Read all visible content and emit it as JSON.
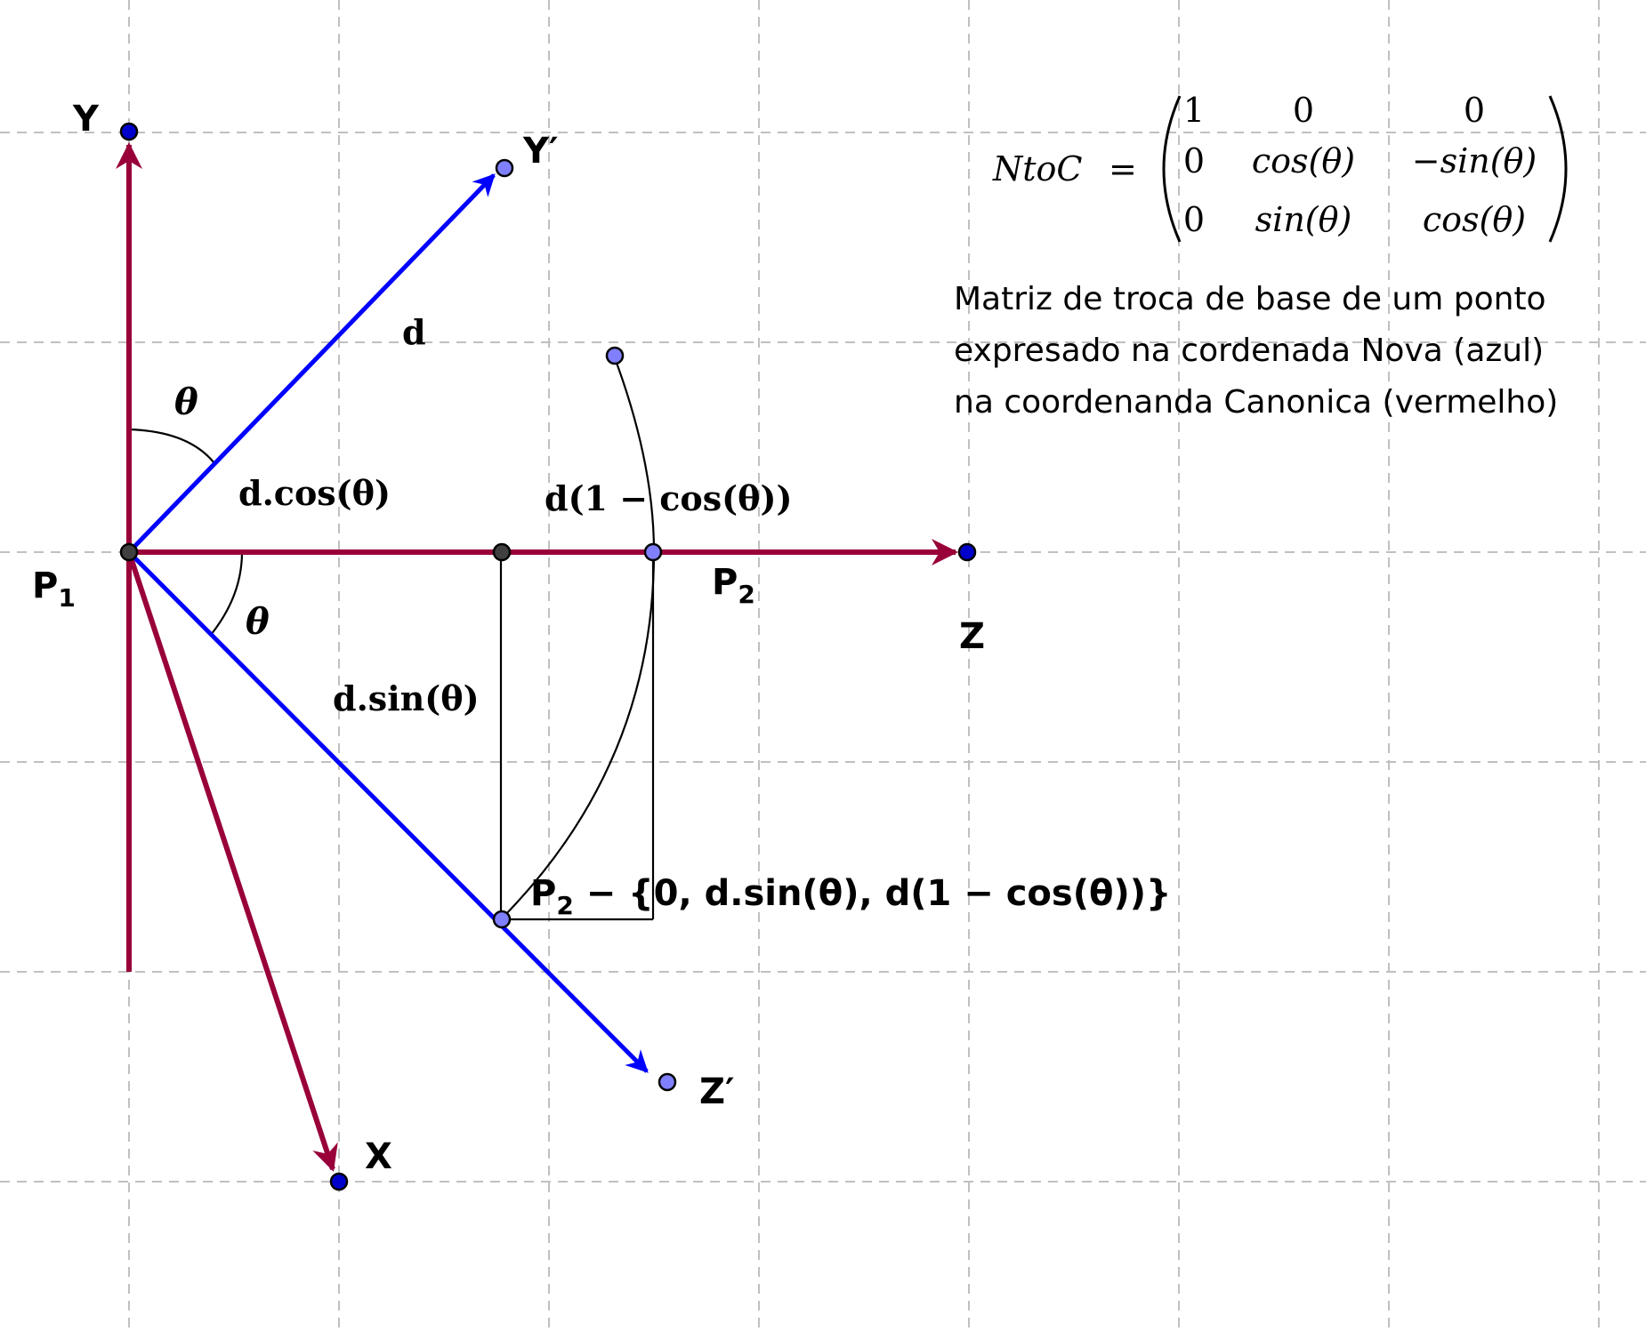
{
  "matrix": {
    "name": "NtoC",
    "equals": "=",
    "rows": [
      [
        "1",
        "0",
        "0"
      ],
      [
        "0",
        "cos(θ)",
        "−sin(θ)"
      ],
      [
        "0",
        "sin(θ)",
        "cos(θ)"
      ]
    ]
  },
  "caption": {
    "line1": "Matriz de troca de base de um ponto",
    "line2": "expresado na cordenada Nova (azul)",
    "line3": "na coordenanda Canonica (vermelho)"
  },
  "labels": {
    "y": "Y",
    "y_prime": "Y′",
    "z": "Z",
    "z_prime": "Z′",
    "x": "X",
    "p1": "P",
    "p1_sub": "1",
    "p2": "P",
    "p2_sub": "2",
    "d": "d",
    "theta_top": "θ",
    "theta_bottom": "θ",
    "d_cos": "d.cos(θ)",
    "d_one_minus_cos": "d(1 − cos(θ))",
    "d_sin": "d.sin(θ)",
    "point_expr_p": "P",
    "point_expr_sub": "2",
    "point_expr_rest": " − {0, d.sin(θ), d(1 − cos(θ))}"
  },
  "colors": {
    "canonical_axes": "#99003a",
    "new_axes": "#0000ff",
    "point_dark": "#404040",
    "point_light": "#8080ff",
    "point_blue": "#0000cc",
    "grid": "#c0c0c0"
  }
}
